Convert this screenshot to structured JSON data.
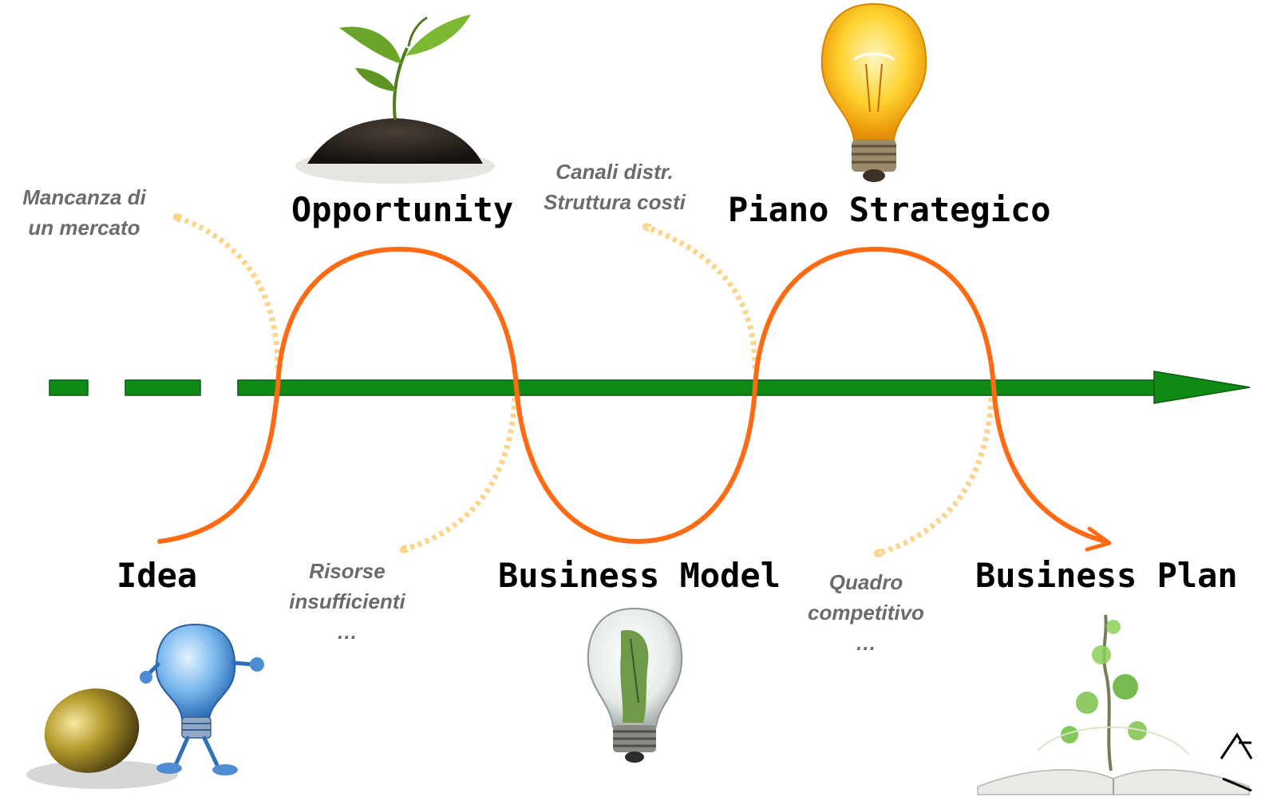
{
  "stages": {
    "idea": "Idea",
    "opportunity": "Opportunity",
    "business_model": "Business Model",
    "piano_strategico": "Piano Strategico",
    "business_plan": "Business Plan"
  },
  "notes": {
    "mercato": [
      "Mancanza di",
      "un mercato"
    ],
    "canali": [
      "Canali distr.",
      "Struttura costi"
    ],
    "risorse": [
      "Risorse",
      "insufficienti",
      "…"
    ],
    "quadro": [
      "Quadro",
      "competitivo",
      "…"
    ]
  },
  "colors": {
    "timeline": "#0f8a14",
    "curve": "#ff6a13",
    "dotted_arrow": "#fcd58c",
    "note_text": "#6b6b6b"
  },
  "icons": [
    "gold-egg-icon",
    "lightbulb-character-icon",
    "sprout-in-soil-icon",
    "money-lightbulb-icon",
    "glowing-lightbulb-icon",
    "book-with-tree-icon",
    "logo-mark-icon"
  ]
}
